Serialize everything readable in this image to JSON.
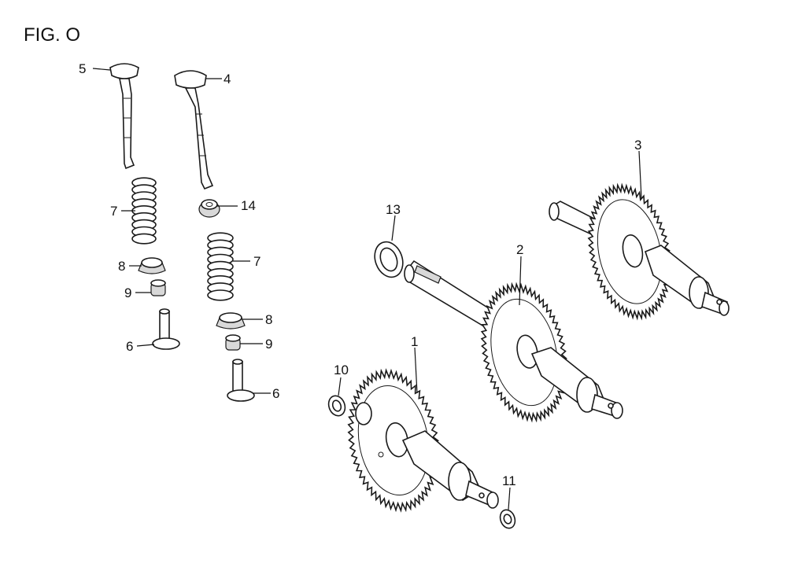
{
  "figure": {
    "title": "FIG. O"
  },
  "callouts": {
    "c1": "1",
    "c2": "2",
    "c3": "3",
    "c4": "4",
    "c5": "5",
    "c6a": "6",
    "c6b": "6",
    "c7a": "7",
    "c7b": "7",
    "c8a": "8",
    "c8b": "8",
    "c9a": "9",
    "c9b": "9",
    "c10": "10",
    "c11": "11",
    "c13": "13",
    "c14": "14"
  },
  "gears": {
    "g1": {
      "teeth": 56
    },
    "g2": {
      "teeth": 58
    },
    "g3": {
      "teeth": 58
    }
  },
  "springs": {
    "s1": {
      "coils": 9
    },
    "s2": {
      "coils": 9
    }
  }
}
